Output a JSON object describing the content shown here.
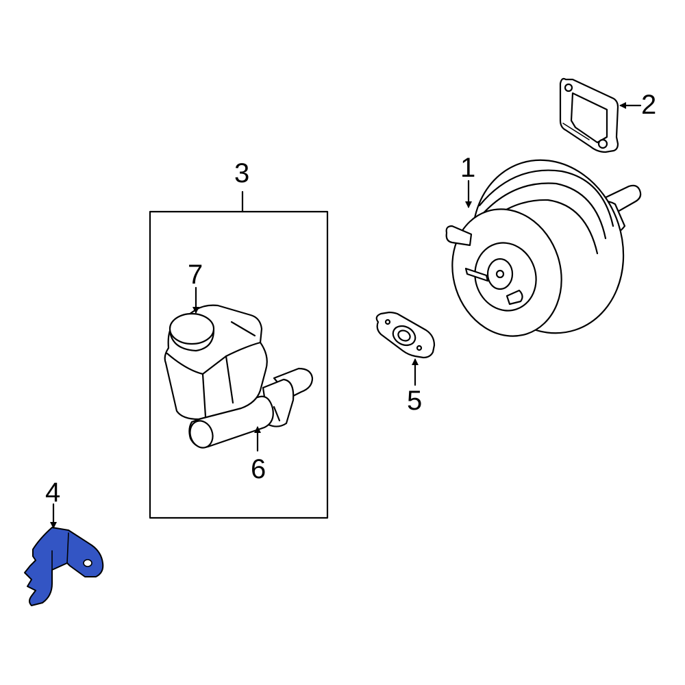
{
  "diagram": {
    "highlight_color": "#3355c4",
    "callouts": [
      {
        "id": "1",
        "label": "1"
      },
      {
        "id": "2",
        "label": "2"
      },
      {
        "id": "3",
        "label": "3"
      },
      {
        "id": "4",
        "label": "4"
      },
      {
        "id": "5",
        "label": "5"
      },
      {
        "id": "6",
        "label": "6"
      },
      {
        "id": "7",
        "label": "7"
      }
    ]
  }
}
